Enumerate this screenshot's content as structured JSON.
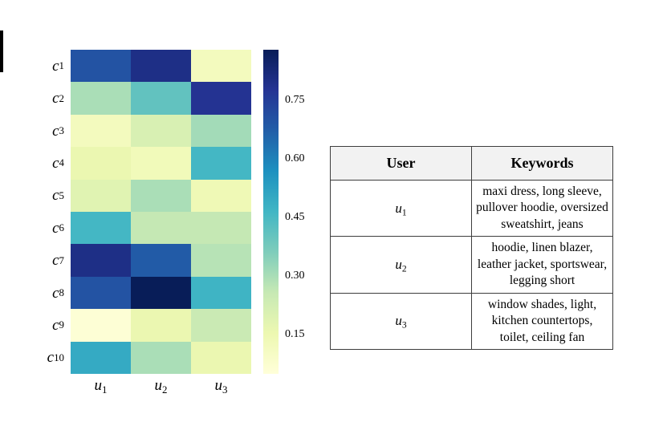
{
  "figure": {
    "background": "#ffffff",
    "left_edge_mark_color": "#000000"
  },
  "chart_data": {
    "type": "heatmap",
    "title": "",
    "xlabel": "",
    "ylabel": "",
    "row_labels": [
      "c1",
      "c2",
      "c3",
      "c4",
      "c5",
      "c6",
      "c7",
      "c8",
      "c9",
      "c10"
    ],
    "col_labels": [
      "u1",
      "u2",
      "u3"
    ],
    "values": [
      [
        0.7,
        0.8,
        0.12
      ],
      [
        0.3,
        0.41,
        0.78
      ],
      [
        0.12,
        0.21,
        0.31
      ],
      [
        0.16,
        0.13,
        0.46
      ],
      [
        0.19,
        0.3,
        0.14
      ],
      [
        0.46,
        0.26,
        0.26
      ],
      [
        0.8,
        0.68,
        0.28
      ],
      [
        0.7,
        0.88,
        0.47
      ],
      [
        0.06,
        0.16,
        0.25
      ],
      [
        0.5,
        0.3,
        0.16
      ]
    ],
    "vmin": 0.05,
    "vmax": 0.88,
    "colormap": "YlGnBu",
    "colormap_anchors": [
      "#ffffd9",
      "#edf8b1",
      "#c7e9b4",
      "#7fcdbb",
      "#41b6c4",
      "#1d91c0",
      "#225ea8",
      "#253494",
      "#081d58"
    ],
    "colorbar": {
      "position": "right",
      "tick_labels": [
        "0.75",
        "0.60",
        "0.45",
        "0.30",
        "0.15"
      ],
      "tick_values": [
        0.75,
        0.6,
        0.45,
        0.3,
        0.15
      ]
    },
    "grid": false,
    "legend_position": "none"
  },
  "table": {
    "headers": [
      "User",
      "Keywords"
    ],
    "header_bg": "#f2f2f2",
    "border_color": "#3d3d3d",
    "rows": [
      {
        "user": "u1",
        "keywords": "maxi dress, long sleeve, pullover hoodie, oversized sweatshirt, jeans"
      },
      {
        "user": "u2",
        "keywords": "hoodie, linen blazer, leather jacket, sportswear, legging short"
      },
      {
        "user": "u3",
        "keywords": "window shades, light, kitchen countertops, toilet, ceiling fan"
      }
    ]
  }
}
